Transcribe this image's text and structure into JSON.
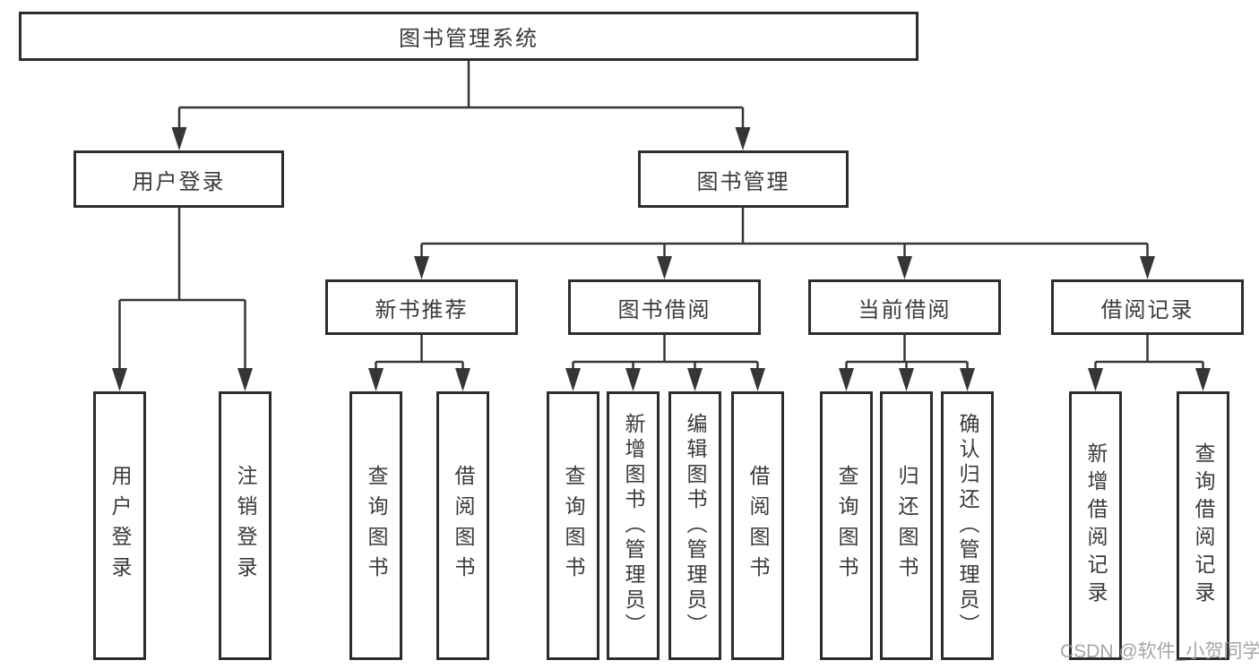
{
  "watermark": "CSDN @软件_小贺同学",
  "diagram": {
    "root": {
      "label": "图书管理系统"
    },
    "user_login": {
      "label": "用户登录",
      "children": [
        "用户登录",
        "注销登录"
      ]
    },
    "book_management": {
      "label": "图书管理",
      "sections": {
        "new_book_recommendation": {
          "label": "新书推荐",
          "children": [
            "查询图书",
            "借阅图书"
          ]
        },
        "book_borrowing": {
          "label": "图书借阅",
          "children": [
            "查询图书",
            "新增图书（管理员）",
            "编辑图书（管理员）",
            "借阅图书"
          ]
        },
        "current_borrowing": {
          "label": "当前借阅",
          "children": [
            "查询图书",
            "归还图书",
            "确认归还（管理员）"
          ]
        },
        "borrowing_records": {
          "label": "借阅记录",
          "children": [
            "新增借阅记录",
            "查询借阅记录"
          ]
        }
      }
    }
  }
}
